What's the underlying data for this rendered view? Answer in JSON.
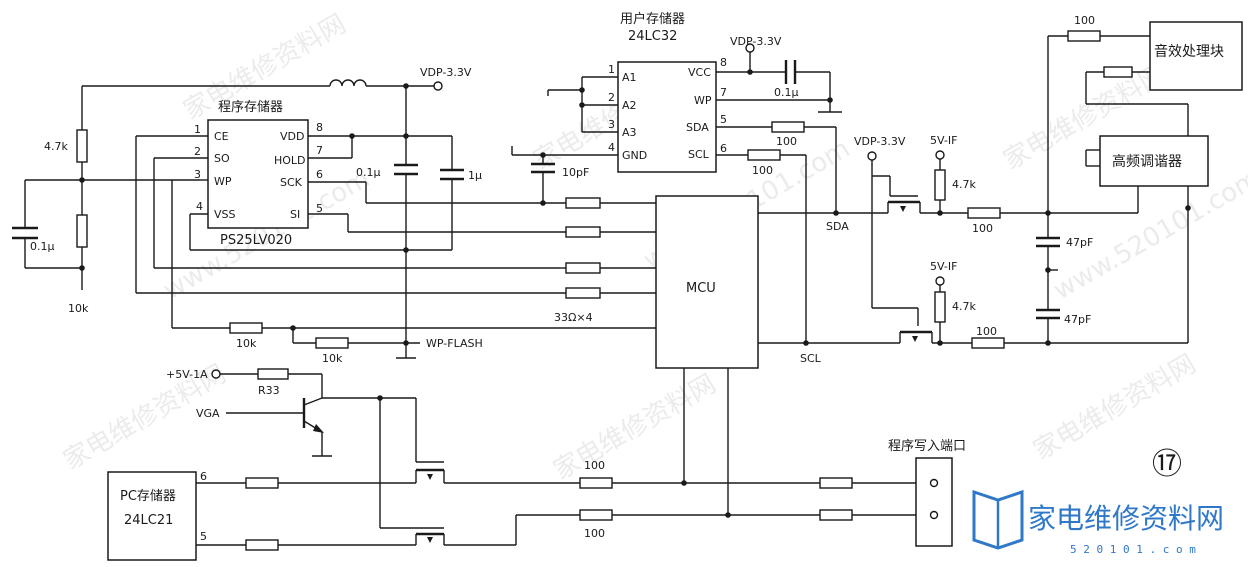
{
  "watermark": {
    "text_cn": "家电维修资料网",
    "text_num": "www.520101.com"
  },
  "logo": {
    "text": "家电维修资料网",
    "url": "5 2 0 1 0 1 . c o m"
  },
  "figure_number": "⑰",
  "chips": {
    "program_memory": {
      "title": "程序存储器",
      "part": "PS25LV020",
      "pins_left": [
        {
          "n": "1",
          "name": "CE"
        },
        {
          "n": "2",
          "name": "SO"
        },
        {
          "n": "3",
          "name": "WP"
        },
        {
          "n": "4",
          "name": "VSS"
        }
      ],
      "pins_right": [
        {
          "n": "8",
          "name": "VDD"
        },
        {
          "n": "7",
          "name": "HOLD"
        },
        {
          "n": "6",
          "name": "SCK"
        },
        {
          "n": "5",
          "name": "SI"
        }
      ]
    },
    "user_memory": {
      "title": "用户存储器",
      "part": "24LC32",
      "pins_left": [
        {
          "n": "1",
          "name": "A1"
        },
        {
          "n": "2",
          "name": "A2"
        },
        {
          "n": "3",
          "name": "A3"
        },
        {
          "n": "4",
          "name": "GND"
        }
      ],
      "pins_right": [
        {
          "n": "8",
          "name": "VCC"
        },
        {
          "n": "7",
          "name": "WP"
        },
        {
          "n": "5",
          "name": "SDA"
        },
        {
          "n": "6",
          "name": "SCL"
        }
      ]
    },
    "mcu": {
      "name": "MCU"
    },
    "pc_memory": {
      "title": "PC存储器",
      "part": "24LC21",
      "pin_top": "6",
      "pin_bottom": "5"
    },
    "audio": {
      "name": "音效处理块"
    },
    "tuner": {
      "name": "高频调谐器"
    },
    "prog_port": {
      "name": "程序写入端口"
    }
  },
  "labels": {
    "vdp1": "VDP-3.3V",
    "vdp2": "VDP-3.3V",
    "vdp3": "VDP-3.3V",
    "v5if1": "5V-IF",
    "v5if2": "5V-IF",
    "v5_1a": "+5V-1A",
    "vga": "VGA",
    "wp_flash": "WP-FLASH",
    "sda": "SDA",
    "scl": "SCL"
  },
  "components": {
    "r_4k7_left": "4.7k",
    "c_01u_left": "0.1μ",
    "r_10k_left": "10k",
    "c_01u_mid": "0.1μ",
    "c_1u": "1μ",
    "c_01u_top": "0.1μ",
    "c_10p": "10pF",
    "r_100_sda": "100",
    "r_100_scl": "100",
    "r_33x4": "33Ω×4",
    "r_10k_a": "10k",
    "r_10k_b": "10k",
    "r_4k7_a": "4.7k",
    "r_4k7_b": "4.7k",
    "r_100_a": "100",
    "r_100_b": "100",
    "r_100_top": "100",
    "c_47p_a": "47pF",
    "c_47p_b": "47pF",
    "r33": "R33",
    "r_100_pc1": "100",
    "r_100_pc2": "100"
  }
}
